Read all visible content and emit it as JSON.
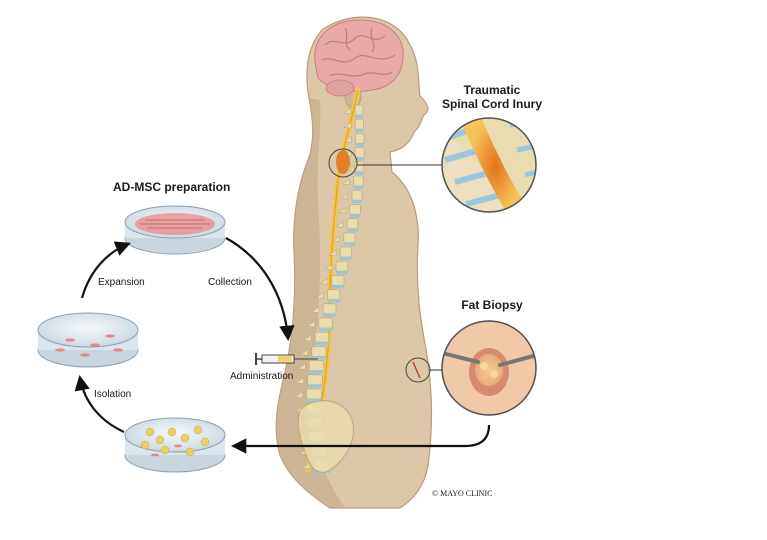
{
  "labels": {
    "prep_title": "AD-MSC preparation",
    "expansion": "Expansion",
    "collection": "Collection",
    "isolation": "Isolation",
    "administration": "Administration",
    "injury_title_line1": "Traumatic",
    "injury_title_line2": "Spinal Cord Inury",
    "biopsy_title": "Fat Biopsy",
    "copyright": "© MAYO CLINIC"
  },
  "colors": {
    "skin": "#dcc7a9",
    "skin_shadow": "#c2a988",
    "brain": "#e8a8a8",
    "spinal_cord": "#f2c84a",
    "vertebra": "#e9dcae",
    "disc": "#9cc6de",
    "cells_pink": "#e58a8a",
    "cells_yellow": "#e8d06a",
    "arrow": "#111111",
    "injury": "#e2731e"
  }
}
